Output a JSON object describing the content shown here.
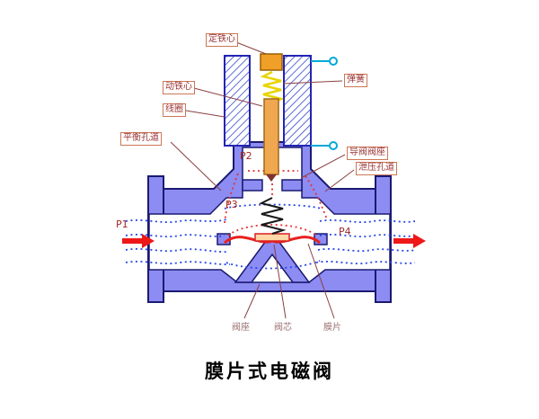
{
  "diagram": {
    "title": "膜片式电磁阀",
    "labels": {
      "fixed_core": "定铁心",
      "moving_core": "动铁心",
      "coil": "线圈",
      "balance_channel": "平衡孔道",
      "spring": "弹簧",
      "pilot_valve_seat": "导阀阀座",
      "relief_channel": "泄压孔道",
      "valve_seat": "阀座",
      "valve_core": "阀芯",
      "diaphragm": "膜片",
      "port_p1": "P1",
      "port_p2": "P2",
      "port_p3": "P3",
      "port_p4": "P4"
    },
    "colors": {
      "valve_body": "#8c8cf2",
      "body_outline": "#1a1a70",
      "plunger": "#f0a850",
      "fixed_core": "#f0a028",
      "top_spring": "#e8d400",
      "chamber_spring": "#181818",
      "diaphragm": "#e82020",
      "flow_blue": "#2846e8",
      "flow_red": "#e83030",
      "arrow": "#ee1818",
      "terminal": "#00a8d8",
      "label_text": "#9b3333",
      "coil_hatch": "#3344cc"
    }
  }
}
